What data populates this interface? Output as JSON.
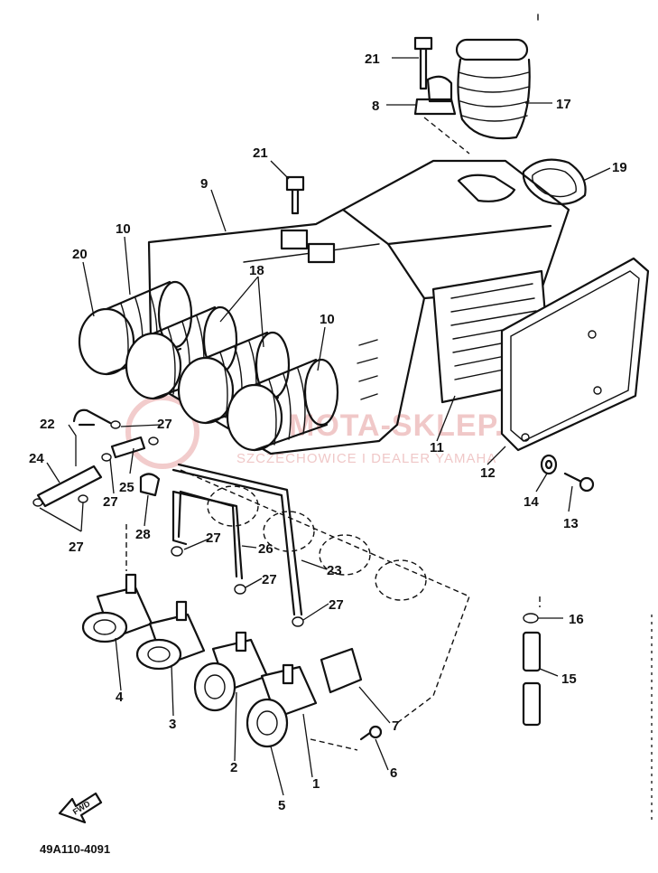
{
  "diagram": {
    "callouts": [
      {
        "id": "c1",
        "text": "1"
      },
      {
        "id": "c2",
        "text": "2"
      },
      {
        "id": "c3",
        "text": "3"
      },
      {
        "id": "c4",
        "text": "4"
      },
      {
        "id": "c5",
        "text": "5"
      },
      {
        "id": "c6",
        "text": "6"
      },
      {
        "id": "c7",
        "text": "7"
      },
      {
        "id": "c8",
        "text": "8"
      },
      {
        "id": "c9",
        "text": "9"
      },
      {
        "id": "c10a",
        "text": "10"
      },
      {
        "id": "c10b",
        "text": "10"
      },
      {
        "id": "c11",
        "text": "11"
      },
      {
        "id": "c12",
        "text": "12"
      },
      {
        "id": "c13",
        "text": "13"
      },
      {
        "id": "c14",
        "text": "14"
      },
      {
        "id": "c15",
        "text": "15"
      },
      {
        "id": "c16",
        "text": "16"
      },
      {
        "id": "c17",
        "text": "17"
      },
      {
        "id": "c18",
        "text": "18"
      },
      {
        "id": "c19",
        "text": "19"
      },
      {
        "id": "c20",
        "text": "20"
      },
      {
        "id": "c21a",
        "text": "21"
      },
      {
        "id": "c21b",
        "text": "21"
      },
      {
        "id": "c22",
        "text": "22"
      },
      {
        "id": "c23",
        "text": "23"
      },
      {
        "id": "c24",
        "text": "24"
      },
      {
        "id": "c25",
        "text": "25"
      },
      {
        "id": "c26",
        "text": "26"
      },
      {
        "id": "c27a",
        "text": "27"
      },
      {
        "id": "c27b",
        "text": "27"
      },
      {
        "id": "c27c",
        "text": "27"
      },
      {
        "id": "c27d",
        "text": "27"
      },
      {
        "id": "c27e",
        "text": "27"
      },
      {
        "id": "c27f",
        "text": "27"
      },
      {
        "id": "c28",
        "text": "28"
      }
    ],
    "drawing_code": "49A110-4091",
    "fwd_label": "FWD",
    "watermark": {
      "main": "MOTA-SKLEP.PL",
      "sub": "SZCZECHOWICE I DEALER YAMAHA",
      "color": "#f0c8c8"
    }
  }
}
